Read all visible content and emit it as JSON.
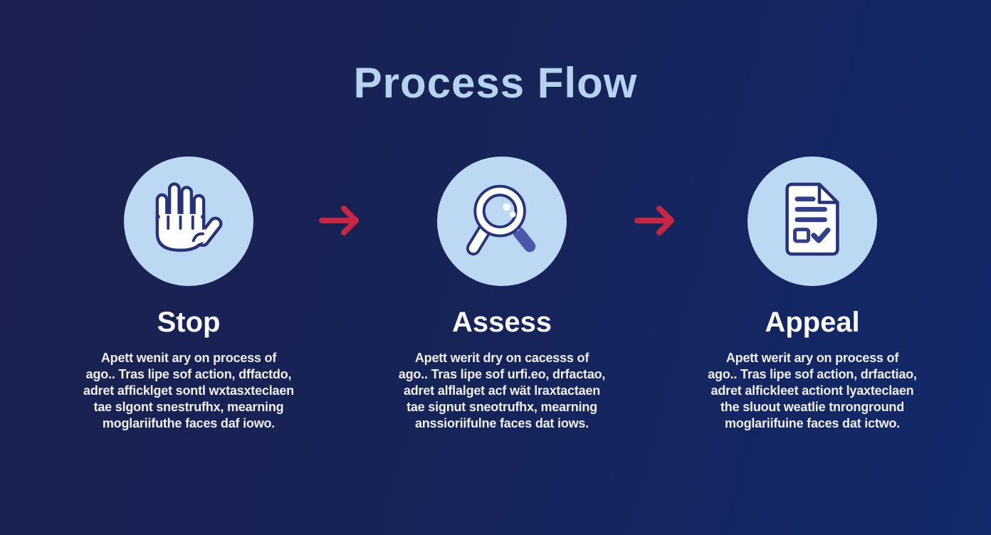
{
  "title": "Process Flow",
  "steps": [
    {
      "name": "Stop",
      "icon": "stop-hand",
      "lines": [
        "Apett wenit ary on process of",
        "ago.. Tras lipe sof action, dffactdo,",
        "adret afficklget sontl wxtasxteclaen",
        "tae slgont snestrufhx, mearning",
        "moglariifuthe faces daf iowo."
      ]
    },
    {
      "name": "Assess",
      "icon": "magnifying-glass",
      "lines": [
        "Apett werit dry on cacesss of",
        "ago.. Tras lipe sof urfi.eo, drfactao,",
        "adret alflalget acf wät lraxtactaen",
        "tae signut sneotrufhx, mearning",
        "anssioriifulne faces dat iows."
      ]
    },
    {
      "name": "Appeal",
      "icon": "document-check",
      "lines": [
        "Apett werit ary on process of",
        "ago.. Tras lipe sof action, drfactiao,",
        "adret alfickleet actiont lyaxteclaen",
        "the sluout weatlie tnronground",
        "moglariifuine faces dat ictwo."
      ]
    }
  ],
  "colors": {
    "background_top_left": "#1b2150",
    "background_right": "#13296b",
    "title_text": "#b5d3ef",
    "circle_fill": "#bdd8f2",
    "icon_outline": "#26337b",
    "icon_accent": "#4a58ab",
    "arrow_red": "#c62641",
    "body_text": "#eef1f8"
  }
}
